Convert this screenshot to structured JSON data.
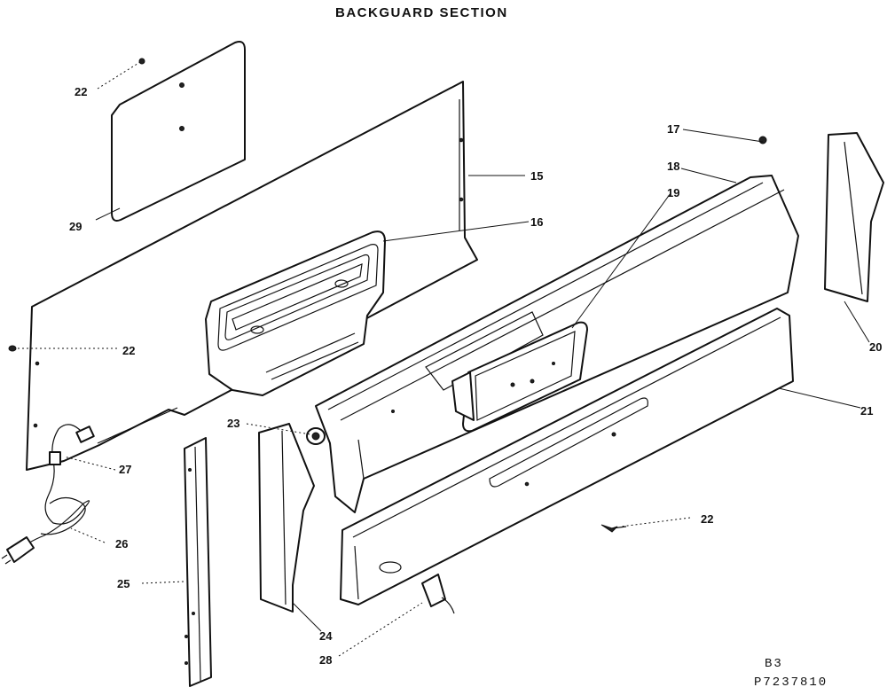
{
  "title": "BACKGUARD SECTION",
  "callouts": {
    "c15": "15",
    "c16": "16",
    "c17": "17",
    "c18": "18",
    "c19": "19",
    "c20": "20",
    "c21": "21",
    "c22a": "22",
    "c22b": "22",
    "c22c": "22",
    "c23": "23",
    "c24": "24",
    "c25": "25",
    "c26": "26",
    "c27": "27",
    "c28": "28",
    "c29": "29"
  },
  "footer": {
    "page_code": "B3",
    "part_number": "P7237810"
  }
}
